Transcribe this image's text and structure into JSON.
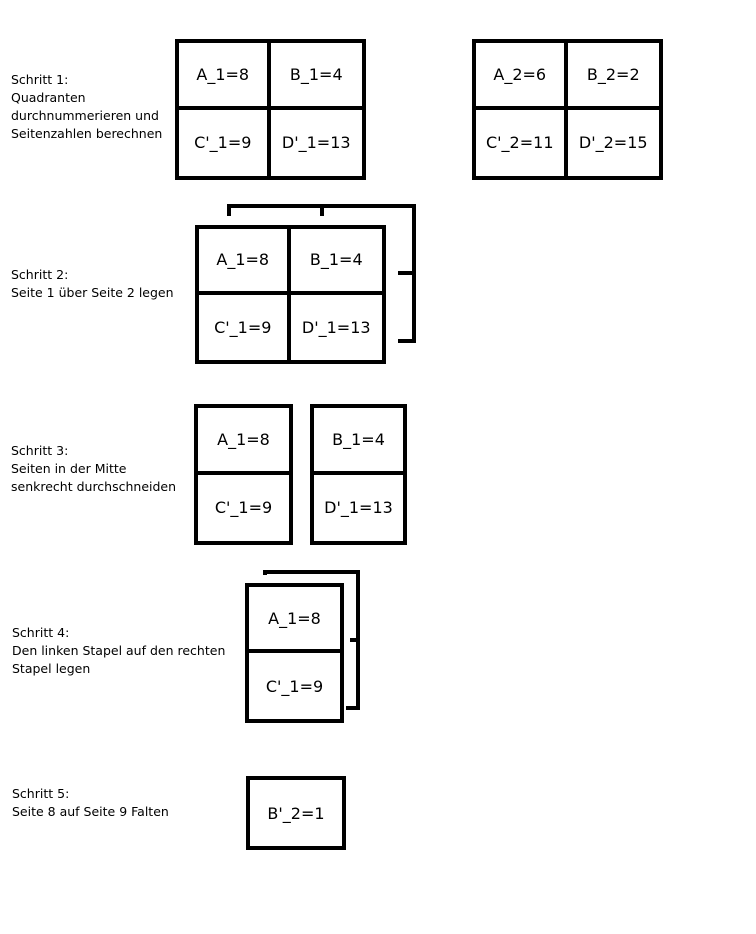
{
  "steps": [
    {
      "label": "Schritt 1:\nQuadranten\ndurchnummerieren und\nSeitenzahlen berechnen",
      "page1": [
        "A_1=8",
        "B_1=4",
        "C'_1=9",
        "D'_1=13"
      ],
      "page2": [
        "A_2=6",
        "B_2=2",
        "C'_2=11",
        "D'_2=15"
      ]
    },
    {
      "label": "Schritt 2:\nSeite 1 über Seite 2 legen",
      "page": [
        "A_1=8",
        "B_1=4",
        "C'_1=9",
        "D'_1=13"
      ]
    },
    {
      "label": "Schritt 3:\nSeiten in der Mitte\nsenkrecht durchschneiden",
      "left": [
        "A_1=8",
        "C'_1=9"
      ],
      "right": [
        "B_1=4",
        "D'_1=13"
      ]
    },
    {
      "label": "Schritt 4:\nDen linken Stapel auf den rechten\nStapel legen",
      "stack": [
        "A_1=8",
        "C'_1=9"
      ]
    },
    {
      "label": "Schritt 5:\nSeite 8 auf Seite 9 Falten",
      "page": [
        "B'_2=1"
      ]
    }
  ]
}
